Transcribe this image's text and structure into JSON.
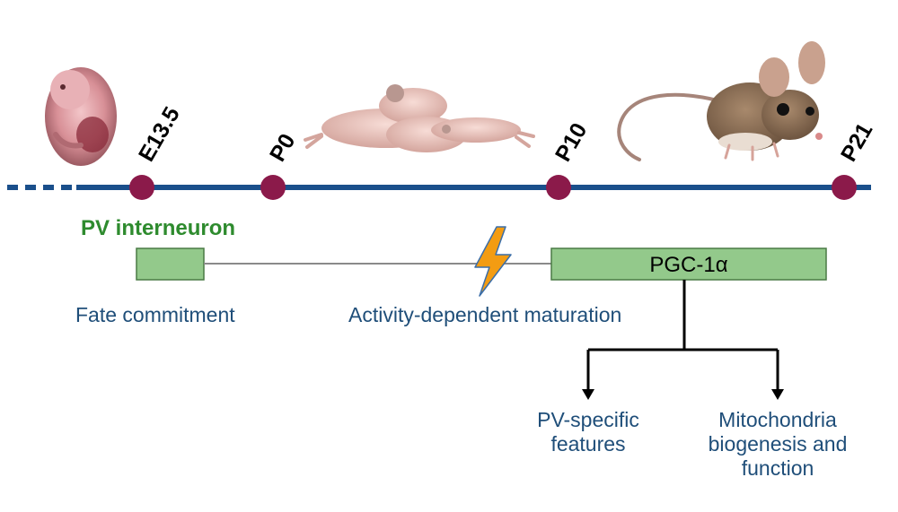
{
  "timeline": {
    "markers": [
      {
        "id": "e13",
        "label": "E13.5"
      },
      {
        "id": "p0",
        "label": "P0"
      },
      {
        "id": "p10",
        "label": "P10"
      },
      {
        "id": "p21",
        "label": "P21"
      }
    ]
  },
  "pv_interneuron_label": "PV interneuron",
  "pgc_box_label": "PGC-1α",
  "fate_commitment_label": "Fate commitment",
  "activity_maturation_label": "Activity-dependent maturation",
  "outcomes": {
    "left": [
      "PV-specific",
      "features"
    ],
    "right": [
      "Mitochondria",
      "biogenesis and",
      "function"
    ]
  },
  "colors": {
    "timeline": "#1a4f8b",
    "marker": "#8b1a4a",
    "box_fill": "#93c98b",
    "box_border": "#4a7a45",
    "label_blue": "#1f4e79",
    "label_green": "#2e8b2e",
    "lightning": "#f39c12"
  },
  "icons": [
    "embryo-image",
    "newborn-pups-image",
    "adult-mouse-image",
    "lightning-icon"
  ]
}
